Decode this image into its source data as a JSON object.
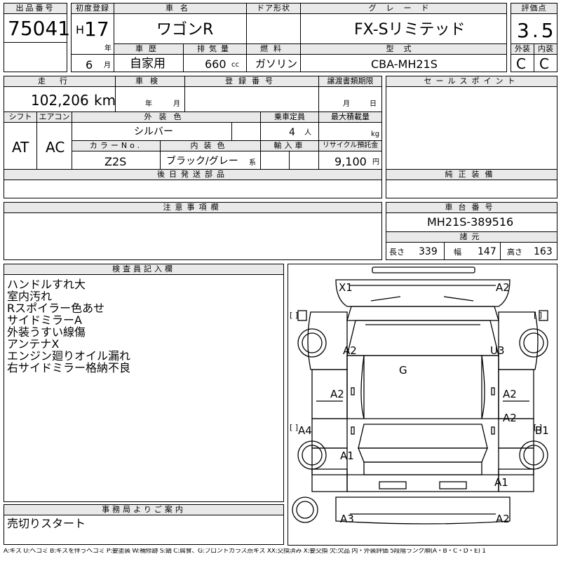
{
  "header": {
    "lot_label": "出品番号",
    "lot_number": "75041",
    "first_reg_label": "初度登録",
    "era": "H",
    "year": "17",
    "year_unit": "年",
    "month": "6",
    "month_unit": "月",
    "car_name_label": "車名",
    "car_name": "ワゴンR",
    "door_label": "ドア形状",
    "door_value": "",
    "grade_label": "グレード",
    "grade_value": "FX-Sリミテッド",
    "score_label": "評価点",
    "score_value": "3.5",
    "history_label": "車歴",
    "history_value": "自家用",
    "displacement_label": "排気量",
    "displacement_value": "660",
    "displacement_unit": "cc",
    "fuel_label": "燃料",
    "fuel_value": "ガソリン",
    "model_label": "型式",
    "model_value": "CBA-MH21S",
    "exterior_label": "外装",
    "exterior_value": "C",
    "interior_label": "内装",
    "interior_value": "C"
  },
  "row2": {
    "mileage_label": "走行",
    "mileage_value": "102,206",
    "mileage_unit": "km",
    "inspection_label": "車検",
    "insp_year_unit": "年",
    "insp_month_unit": "月",
    "plate_label": "登録番号",
    "plate_value": "",
    "transfer_label": "譲渡書類期限",
    "transfer_month_unit": "月",
    "transfer_day_unit": "日",
    "shift_label": "シフト",
    "shift_value": "AT",
    "ac_label": "エアコン",
    "ac_value": "AC",
    "ext_color_label": "外装色",
    "ext_color_value": "シルバー",
    "capacity_label": "乗車定員",
    "capacity_value": "4",
    "capacity_unit": "人",
    "load_label": "最大積載量",
    "load_unit": "kg",
    "color_no_label": "カラーNo.",
    "color_no_value": "Z2S",
    "int_color_label": "内装色",
    "int_color_value": "ブラック/グレー",
    "int_color_suffix": "系",
    "import_label": "輸入車",
    "recycle_label": "リサイクル預託金",
    "recycle_value": "9,100",
    "recycle_unit": "円",
    "sales_points_label": "セールスポイント",
    "later_parts_label": "後日発送部品",
    "genuine_label": "純正装備"
  },
  "row3": {
    "notes_label": "注意事項欄",
    "chassis_label": "車台番号",
    "chassis_value": "MH21S-389516",
    "specs_label": "諸元",
    "length_label": "長さ",
    "length_value": "339",
    "width_label": "幅",
    "width_value": "147",
    "height_label": "高さ",
    "height_value": "163"
  },
  "inspector": {
    "label": "検査員記入欄",
    "notes": [
      "ハンドルすれ大",
      "室内汚れ",
      "Rスポイラー色あせ",
      "サイドミラーA",
      "外装うすい線傷",
      "アンテナX",
      "エンジン廻りオイル漏れ",
      "右サイドミラー格納不良"
    ]
  },
  "office": {
    "label": "事務局よりご案内",
    "text": "売切りスタート"
  },
  "diagram": {
    "marks": {
      "front_left": "X1",
      "front_right": "A2",
      "front_left_fender": "A2",
      "right_front_fender": "U3",
      "roof": "G",
      "left_front_door": "A2",
      "right_front_door": "A2",
      "right_rear_door": "A2",
      "left_quarter": "A4",
      "right_quarter": "B1",
      "left_rear_fender": "A1",
      "right_rear_fender": "A1",
      "rear_left": "A3",
      "rear_right": "A2"
    },
    "bracket_mark": "[ ]"
  },
  "footer": {
    "legend": "A:キズ U:ヘコミ B:キズを伴うヘコミ P:要塗装 W:補修跡 S:錆 C:腐食、G:フロントガラス点キズ XX:交換済み X:要交換 欠:欠品 内・外装評価 5段階ランク順(A・B・C・D・E) 1"
  }
}
